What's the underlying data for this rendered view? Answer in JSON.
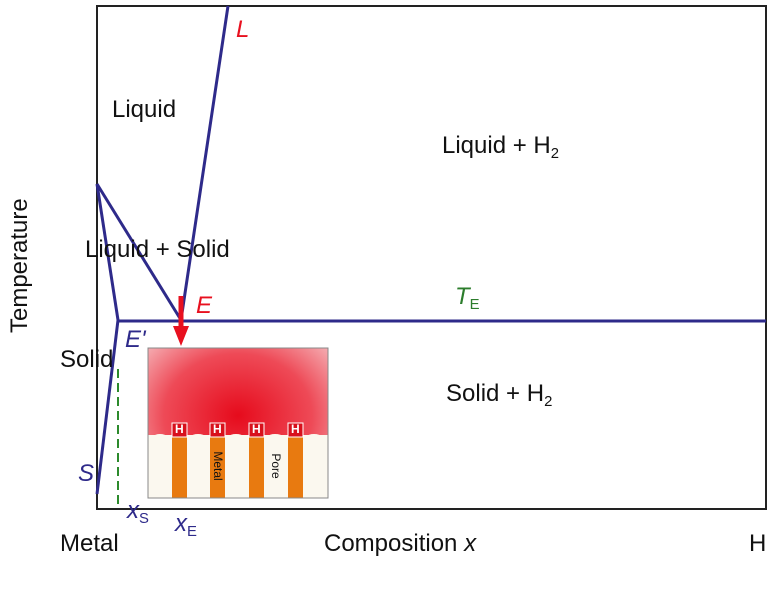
{
  "axes": {
    "y_label": "Temperature",
    "x_label": "Composition ",
    "x_label_var": "x",
    "x_left": "Metal",
    "x_right": "H"
  },
  "regions": {
    "liquid": "Liquid",
    "liquid_h2_main": "Liquid + H",
    "liquid_h2_sub": "2",
    "liquid_solid": "Liquid + Solid",
    "solid": "Solid",
    "solid_h2_main": "Solid + H",
    "solid_h2_sub": "2"
  },
  "points": {
    "L": "L",
    "E": "E",
    "E_prime": "E'",
    "S": "S",
    "T_main": "T",
    "T_sub": "E",
    "xs_main": "x",
    "xs_sub": "S",
    "xe_main": "x",
    "xe_sub": "E"
  },
  "inset": {
    "h_labels": [
      "H",
      "H",
      "H",
      "H"
    ],
    "metal": "Metal",
    "pore": "Pore"
  },
  "colors": {
    "line": "#2e2a8a",
    "accent_red": "#e8101f",
    "green": "#2c7d2c",
    "metal_orange": "#e87a10",
    "pore_fill": "#fbf8ef"
  }
}
